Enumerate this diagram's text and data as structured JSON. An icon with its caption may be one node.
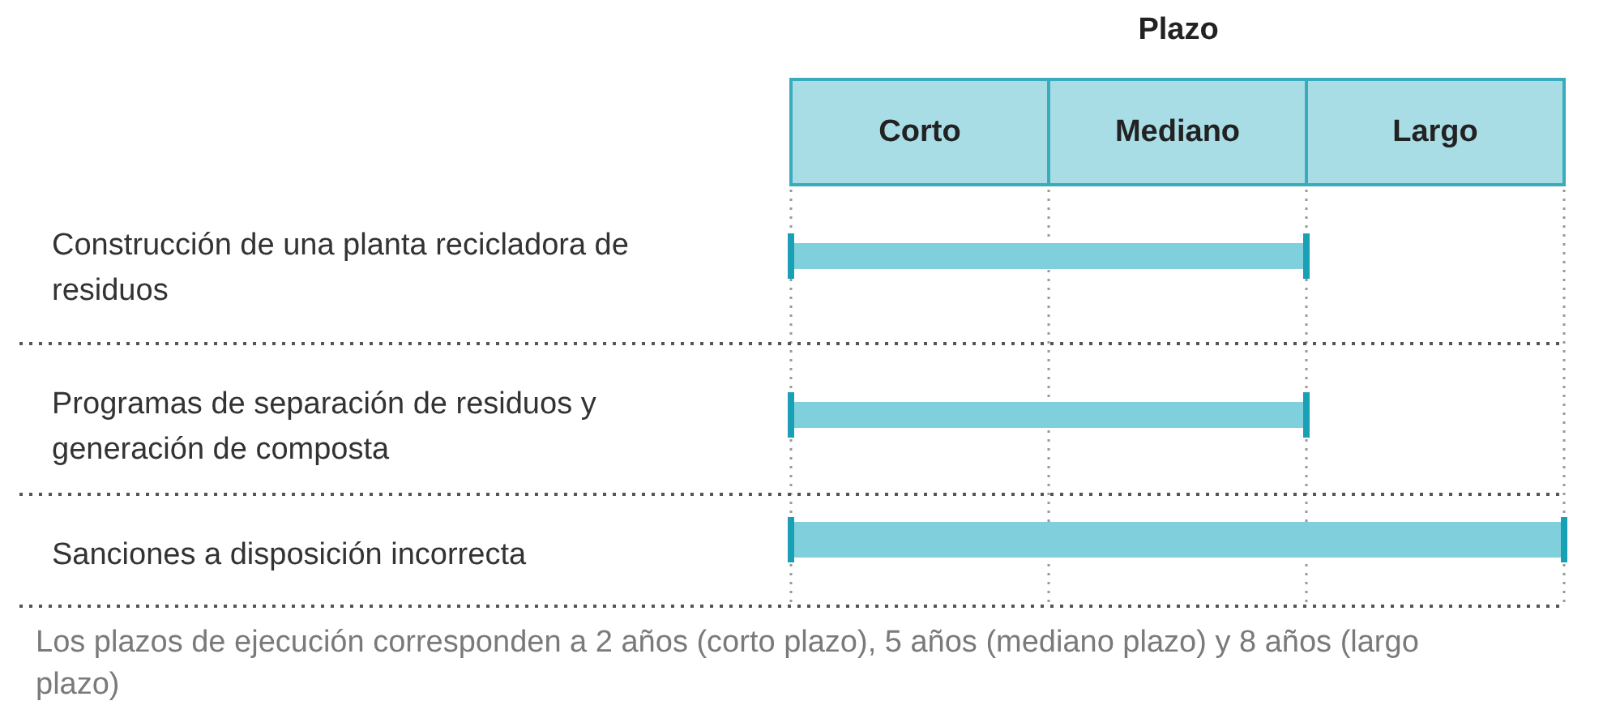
{
  "diagram": {
    "caption": "Los plazos de ejecución corresponden a 2 años (corto plazo), 5 años (mediano plazo) y 8 años (largo plazo)",
    "nodes": [
      {
        "text": [
          "Corto"
        ]
      },
      {
        "text": [
          "Mediano"
        ]
      },
      {
        "text": [
          "Largo"
        ]
      }
    ],
    "labels": [
      "Plazo",
      "Construcción de una planta recicladora de residuos",
      "Programas de separación de residuos y generación de composta",
      "Sanciones a disposición incorrecta"
    ]
  }
}
